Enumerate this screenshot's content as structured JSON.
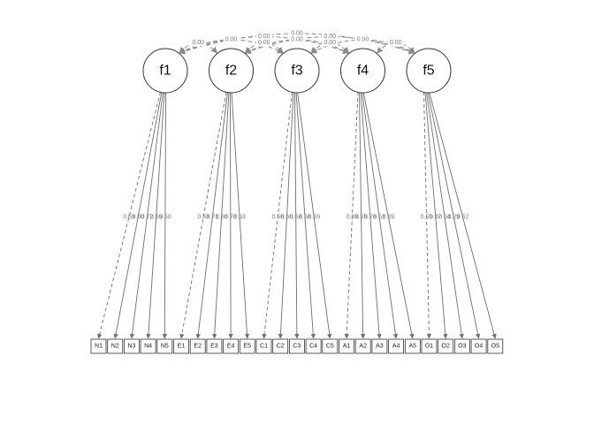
{
  "factors": [
    "f1",
    "f2",
    "f3",
    "f4",
    "f5"
  ],
  "indicators": [
    "N1",
    "N2",
    "N3",
    "N4",
    "N5",
    "E1",
    "E2",
    "E3",
    "E4",
    "E5",
    "C1",
    "C2",
    "C3",
    "C4",
    "C5",
    "A1",
    "A2",
    "A3",
    "A4",
    "A5",
    "O1",
    "O2",
    "O3",
    "O4",
    "O5"
  ],
  "loadings": [
    {
      "factor": "f1",
      "indicators": [
        "N1",
        "N2",
        "N3",
        "N4",
        "N5"
      ],
      "values": [
        "0.63",
        "0.80",
        "0.72",
        "0.59",
        "0.50"
      ],
      "fixed_first": true
    },
    {
      "factor": "f2",
      "indicators": [
        "E1",
        "E2",
        "E3",
        "E4",
        "E5"
      ],
      "values": [
        "0.53",
        "0.71",
        "0.60",
        "0.70",
        "0.53"
      ],
      "fixed_first": true
    },
    {
      "factor": "f3",
      "indicators": [
        "C1",
        "C2",
        "C3",
        "C4",
        "C5"
      ],
      "values": [
        "0.56",
        "0.60",
        "0.56",
        "0.68",
        "0.59"
      ],
      "fixed_first": true
    },
    {
      "factor": "f4",
      "indicators": [
        "A1",
        "A2",
        "A3",
        "A4",
        "A5"
      ],
      "values": [
        "0.39",
        "0.65",
        "0.76",
        "0.51",
        "0.69"
      ],
      "fixed_first": true
    },
    {
      "factor": "f5",
      "indicators": [
        "O1",
        "O2",
        "O3",
        "O4",
        "O5"
      ],
      "values": [
        "0.55",
        "0.47",
        "0.64",
        "0.29",
        "0.52"
      ],
      "fixed_first": true
    }
  ],
  "covariances": [
    {
      "from": "f1",
      "to": "f2",
      "value": "0.00"
    },
    {
      "from": "f1",
      "to": "f3",
      "value": "0.00"
    },
    {
      "from": "f1",
      "to": "f4",
      "value": "0.00"
    },
    {
      "from": "f1",
      "to": "f5",
      "value": "0.00"
    },
    {
      "from": "f2",
      "to": "f3",
      "value": "0.00"
    },
    {
      "from": "f2",
      "to": "f4",
      "value": "0.00"
    },
    {
      "from": "f2",
      "to": "f5",
      "value": "0.00"
    },
    {
      "from": "f3",
      "to": "f4",
      "value": "0.00"
    },
    {
      "from": "f3",
      "to": "f5",
      "value": "0.00"
    },
    {
      "from": "f4",
      "to": "f5",
      "value": "0.00"
    }
  ],
  "colors": {
    "path": "#6e6e6e",
    "covariance": "#8a8a8a",
    "label": "#777777"
  }
}
